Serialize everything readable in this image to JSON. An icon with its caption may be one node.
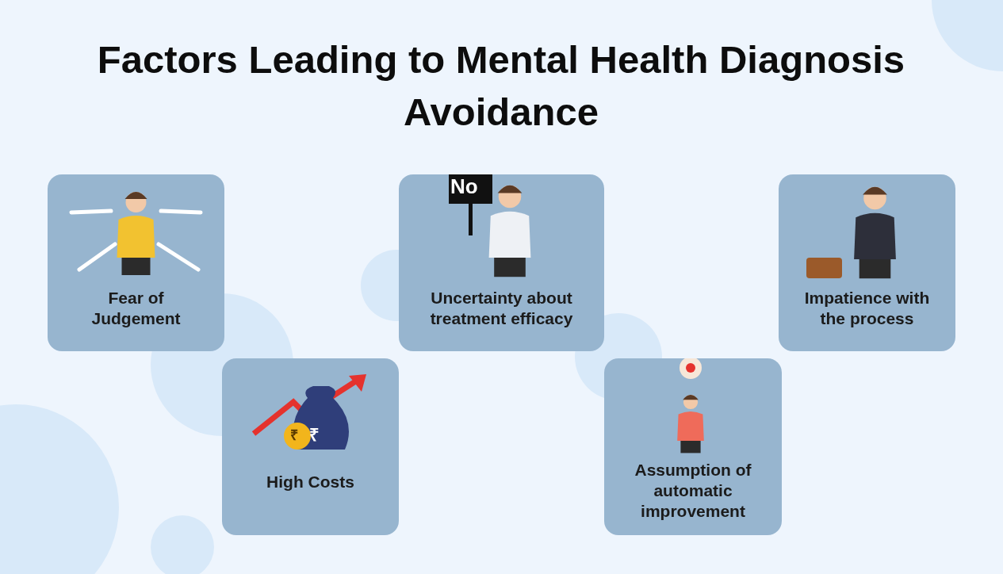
{
  "diagram": {
    "title": "Factors Leading to Mental Health Diagnosis Avoidance",
    "nodes": [
      {
        "text": [
          "Fear of Judgement"
        ]
      },
      {
        "text": [
          "High Costs"
        ]
      },
      {
        "text": [
          "Uncertainty about treatment efficacy"
        ]
      },
      {
        "text": [
          "Assumption of automatic improvement"
        ]
      },
      {
        "text": [
          "Impatience with the process"
        ]
      }
    ],
    "labels": [
      "No",
      "₹",
      "₹"
    ]
  }
}
